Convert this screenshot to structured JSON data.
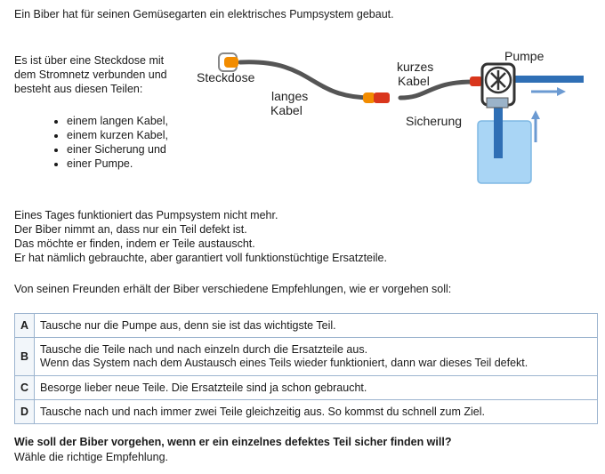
{
  "intro": "Ein Biber hat für seinen Gemüsegarten ein elektrisches Pumpsystem gebaut.",
  "description_lines": [
    "Es ist über eine Steckdose mit",
    "dem Stromnetz verbunden und",
    "besteht aus diesen Teilen:"
  ],
  "parts": [
    "einem langen Kabel,",
    "einem kurzen Kabel,",
    "einer Sicherung und",
    "einer Pumpe."
  ],
  "diagram": {
    "socket_label": "Steckdose",
    "long_cable_label": [
      "langes",
      "Kabel"
    ],
    "short_cable_label": [
      "kurzes",
      "Kabel"
    ],
    "pump_label": "Pumpe",
    "fuse_label": "Sicherung",
    "colors": {
      "cable": "#555555",
      "socket_plug": "#f28c00",
      "connector_orange": "#f28c00",
      "connector_red": "#d9361c",
      "water": "#a9d5f5",
      "pipe": "#2f6fb5",
      "arrow": "#6b9ad2"
    }
  },
  "story_lines": [
    "Eines Tages funktioniert das Pumpsystem nicht mehr.",
    "Der Biber nimmt an, dass nur ein Teil defekt ist.",
    "Das möchte er finden, indem er Teile austauscht.",
    "Er hat nämlich gebrauchte, aber garantiert voll funktionstüchtige Ersatzteile."
  ],
  "recommendation_intro": "Von seinen Freunden erhält der Biber verschiedene Empfehlungen, wie er vorgehen soll:",
  "options": [
    {
      "letter": "A",
      "lines": [
        "Tausche nur die Pumpe aus, denn sie ist das wichtigste Teil."
      ]
    },
    {
      "letter": "B",
      "lines": [
        "Tausche die Teile nach und nach einzeln durch die Ersatzteile aus.",
        "Wenn das System nach dem Austausch eines Teils wieder funktioniert, dann war dieses Teil defekt."
      ]
    },
    {
      "letter": "C",
      "lines": [
        "Besorge lieber neue Teile. Die Ersatzteile sind ja schon gebraucht."
      ]
    },
    {
      "letter": "D",
      "lines": [
        "Tausche nach und nach immer zwei Teile gleichzeitig aus. So kommst du schnell zum Ziel."
      ]
    }
  ],
  "question": "Wie soll der Biber vorgehen, wenn er ein einzelnes defektes Teil sicher finden will?",
  "instruction": "Wähle die richtige Empfehlung."
}
